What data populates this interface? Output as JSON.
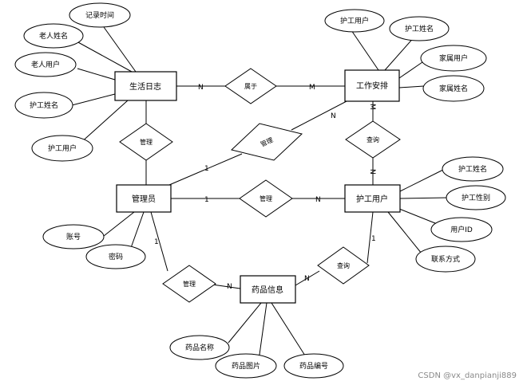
{
  "entities": {
    "life_log": "生活日志",
    "work_schedule": "工作安排",
    "admin": "管理员",
    "caregiver": "护工用户",
    "medicine": "药品信息"
  },
  "attributes": {
    "record_time": "记录时间",
    "elder_name": "老人姓名",
    "elder_user": "老人用户",
    "caregiver_name_log": "护工姓名",
    "caregiver_user_log": "护工用户",
    "ws_caregiver_user": "护工用户",
    "ws_caregiver_name": "护工姓名",
    "family_user": "家属用户",
    "family_name": "家属姓名",
    "account": "账号",
    "password": "密码",
    "cg_name": "护工姓名",
    "cg_gender": "护工性别",
    "cg_user_id": "用户ID",
    "cg_contact": "联系方式",
    "med_name": "药品名称",
    "med_image": "药品图片",
    "med_code": "药品编号"
  },
  "relationships": {
    "belongs_to": "属于",
    "manage_log": "管理",
    "manage_schedule": "管理",
    "manage_caregiver": "管理",
    "manage_medicine": "管理",
    "view_schedule": "查询",
    "view_medicine": "查询"
  },
  "cardinalities": {
    "log_belongs": "N",
    "belongs_schedule": "M",
    "schedule_manage": "N",
    "admin_manage_schedule": "1",
    "schedule_view": "M",
    "view_caregiver": "N",
    "admin_manage_cg": "1",
    "manage_cg_caregiver": "N",
    "admin_manage_med": "1",
    "manage_med_medicine": "N",
    "medicine_view": "N",
    "view_med_caregiver": "1"
  },
  "watermark": "CSDN @vx_danpianji889"
}
